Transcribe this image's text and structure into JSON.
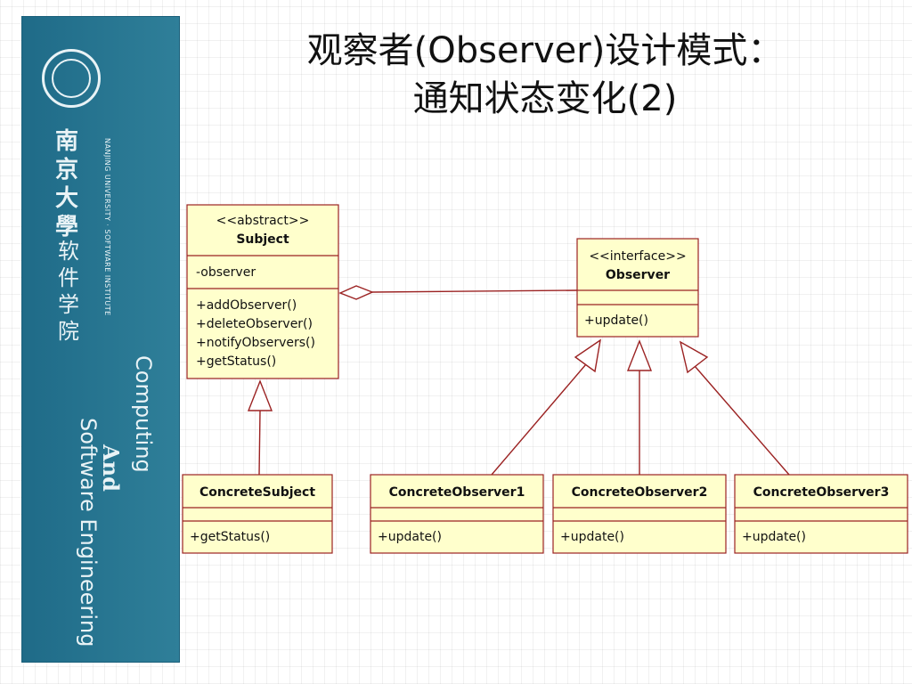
{
  "slide": {
    "title_line1": "观察者(Observer)设计模式：",
    "title_line2": "通知状态变化(2)"
  },
  "sidebar": {
    "university_cn": "南京大學",
    "institute_cn": "软件学院",
    "university_en": "NANJING UNIVERSITY · SOFTWARE INSTITUTE",
    "tagline_line1": "Computing",
    "tagline_line2": "And",
    "tagline_line3": "Software Engineering"
  },
  "diagram": {
    "subject": {
      "stereotype": "<<abstract>>",
      "name": "Subject",
      "attributes": [
        "-observer"
      ],
      "methods": [
        "+addObserver()",
        "+deleteObserver()",
        "+notifyObservers()",
        "+getStatus()"
      ]
    },
    "observer": {
      "stereotype": "<<interface>>",
      "name": "Observer",
      "methods": [
        "+update()"
      ]
    },
    "concrete_subject": {
      "name": "ConcreteSubject",
      "methods": [
        "+getStatus()"
      ]
    },
    "concrete_observers": [
      {
        "name": "ConcreteObserver1",
        "methods": [
          "+update()"
        ]
      },
      {
        "name": "ConcreteObserver2",
        "methods": [
          "+update()"
        ]
      },
      {
        "name": "ConcreteObserver3",
        "methods": [
          "+update()"
        ]
      }
    ]
  }
}
